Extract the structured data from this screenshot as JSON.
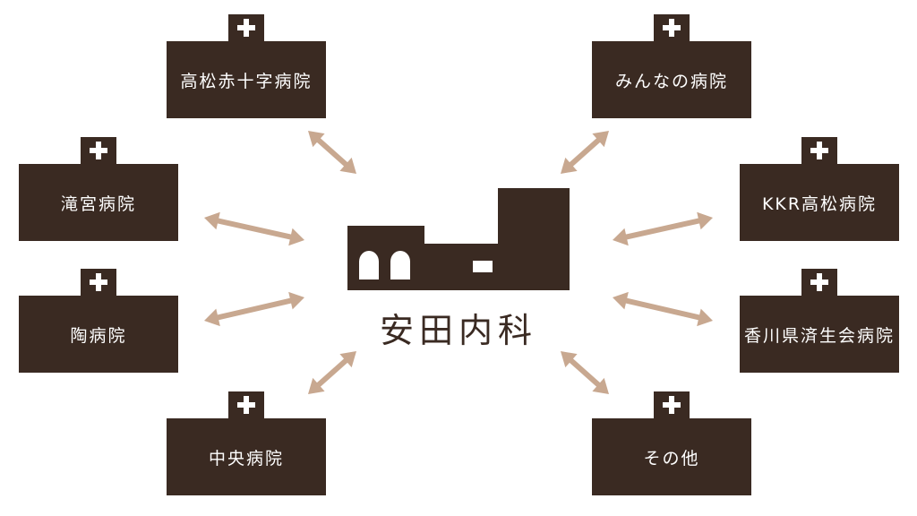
{
  "center": {
    "label": "安田内科"
  },
  "hospitals": [
    {
      "key": "takamatsu-red-cross",
      "label": "高松赤十字病院"
    },
    {
      "key": "minna",
      "label": "みんなの病院"
    },
    {
      "key": "takinomiya",
      "label": "滝宮病院"
    },
    {
      "key": "kkr-takamatsu",
      "label": "KKR高松病院"
    },
    {
      "key": "sue",
      "label": "陶病院"
    },
    {
      "key": "kagawa-saiseikai",
      "label": "香川県済生会病院"
    },
    {
      "key": "chuo",
      "label": "中央病院"
    },
    {
      "key": "other",
      "label": "その他"
    }
  ],
  "colors": {
    "building": "#3a2a22",
    "arrow": "#c8a890",
    "background": "#ffffff",
    "text_on_dark": "#ffffff"
  },
  "icons": {
    "hospital_marker": "medical-cross-icon",
    "clinic_marker": "clinic-building-icon",
    "connection": "double-headed-arrow-icon"
  }
}
